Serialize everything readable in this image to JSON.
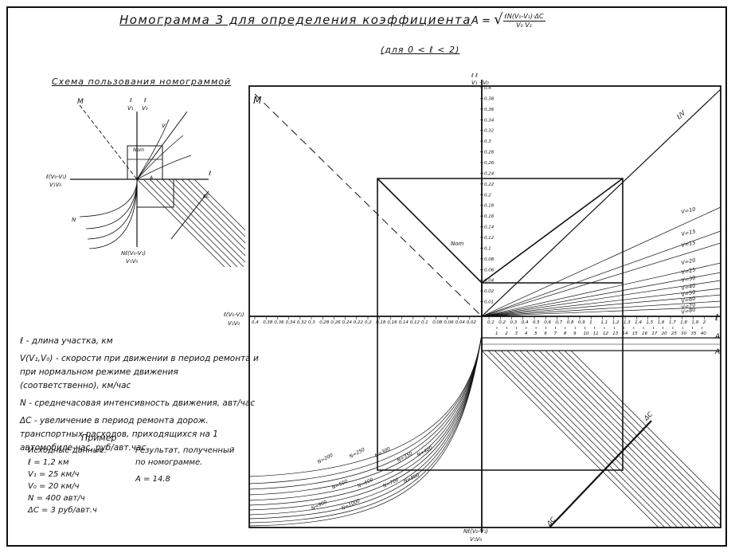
{
  "title": "Номограмма 3 для определения коэффициента",
  "formula": {
    "lhs": "A =",
    "numerator": "ℓN(V₀-V₁)·ΔC",
    "denominator": "V₀ V₁"
  },
  "subtitle": "(для 0 < ℓ < 2)",
  "scheme": {
    "title": "Схема пользования номограммой",
    "label_M": "M",
    "label_top_num": "ℓ",
    "label_top_den": "V₁",
    "label_top_num2": "ℓ",
    "label_top_den2": "V₀",
    "label_left_num": "ℓ(V₀-V₁)",
    "label_left_den": "V₁V₀",
    "label_bottom_num": "Nℓ(V₀-V₁)",
    "label_bottom_den": "V₁V₀",
    "label_l": "ℓ",
    "label_V": "V",
    "label_Nom": "Nom",
    "label_N": "N",
    "label_dC": "ΔC",
    "label_A": "A"
  },
  "legend": {
    "l": "ℓ - длина участка, км",
    "v": "V(V₁,V₀) - скорости при движении в период ремонта и при нормальном режиме движения (соответственно), км/час",
    "n": "N - среднечасовая интенсивность движения, авт/час",
    "dc": "ΔC - увеличение в период ремонта дорож. транспортных расходов, приходящихся на 1 автомобиле-час, руб/авт.час"
  },
  "example": {
    "title": "Пример",
    "source_heading": "Исходные данные:",
    "source_lines": [
      "ℓ = 1,2 км",
      "V₁ = 25 км/ч",
      "V₀ = 20 км/ч",
      "N = 400 авт/ч",
      "ΔC = 3 руб/авт.ч"
    ],
    "result_heading": "Результат, полученный по номограмме.",
    "result": "A = 14.8"
  },
  "nomogram": {
    "label_M": "M",
    "label_Nom": "Nom",
    "top_axis_label_num": "ℓ   ℓ",
    "top_axis_label_den": "V₁ · V₀",
    "left_axis_label_num": "ℓ(V₀-V₁)",
    "left_axis_label_den": "V₁V₀",
    "bottom_axis_label_num": "Nℓ(V₀-V₁)",
    "bottom_axis_label_den": "V₁V₀",
    "label_l": "ℓ",
    "label_A": "A",
    "label_A2": "A",
    "label_dC": "ΔC",
    "label_dC2": "ΔC",
    "top_ticks": [
      "0,4",
      "0,38",
      "0,36",
      "0,34",
      "0,32",
      "0,3",
      "0,28",
      "0,26",
      "0,24",
      "0,22",
      "0,2",
      "0,18",
      "0,16",
      "0,14",
      "0,12",
      "0,1",
      "0,08",
      "0,06",
      "0,04",
      "0,02"
    ],
    "left_ticks": [
      "0,4",
      "0,38",
      "0,36",
      "0,34",
      "0,32",
      "0,3",
      "0,28",
      "0,26",
      "0,24",
      "0,22",
      "0,2",
      "0,18",
      "0,16",
      "0,14",
      "0,12",
      "0,1",
      "0,08",
      "0,06",
      "0,04",
      "0,02",
      "0,01"
    ],
    "l_ticks": [
      "0,1",
      "0,2",
      "0,3",
      "0,4",
      "0,5",
      "0,6",
      "0,7",
      "0,8",
      "0,9",
      "1",
      "1,1",
      "1,2",
      "1,3",
      "1,4",
      "1,5",
      "1,6",
      "1,7",
      "1,8",
      "1,9",
      "2"
    ],
    "a_ticks": [
      "1",
      "2",
      "3",
      "4",
      "5",
      "6",
      "7",
      "8",
      "9",
      "10",
      "11",
      "12",
      "13",
      "14",
      "15",
      "16",
      "17",
      "20",
      "25",
      "30",
      "35",
      "40"
    ],
    "v_labels": [
      "V=10",
      "V=15",
      "V=15",
      "V=20",
      "V=25",
      "V=30",
      "V=40",
      "V=50",
      "V=60",
      "V=70",
      "V=80"
    ],
    "n_labels_upper": [
      "N=200",
      "N=250",
      "N=300",
      "N=350",
      "N=400"
    ],
    "n_labels_lower": [
      "N=500",
      "N=600",
      "N=700",
      "N=800",
      "N=900",
      "N=1000"
    ],
    "diag_label": "ℓ/V"
  },
  "colors": {
    "ink": "#111111",
    "paper": "#ffffff"
  }
}
